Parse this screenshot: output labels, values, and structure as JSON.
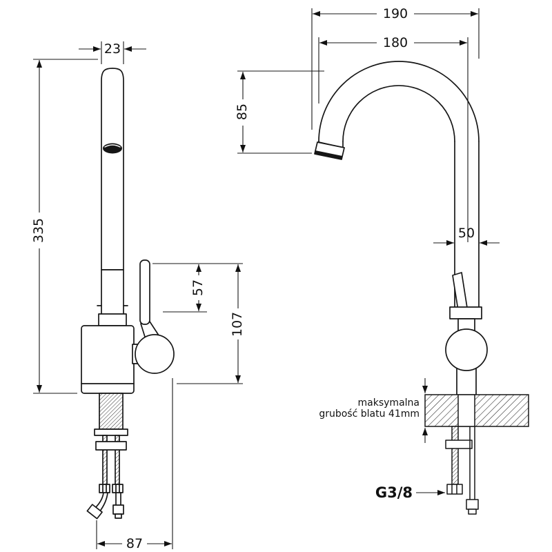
{
  "dims": {
    "left": {
      "spout_width": "23",
      "height": "335",
      "handle": "57",
      "body": "107",
      "base": "87"
    },
    "right": {
      "reach_outer": "190",
      "reach_center": "180",
      "drop": "85",
      "pipe": "50",
      "note1": "maksymalna",
      "note2": "grubość blatu 41mm",
      "thread": "G3/8"
    }
  },
  "colors": {
    "line": "#161616",
    "text": "#111111",
    "background": "#ffffff"
  }
}
